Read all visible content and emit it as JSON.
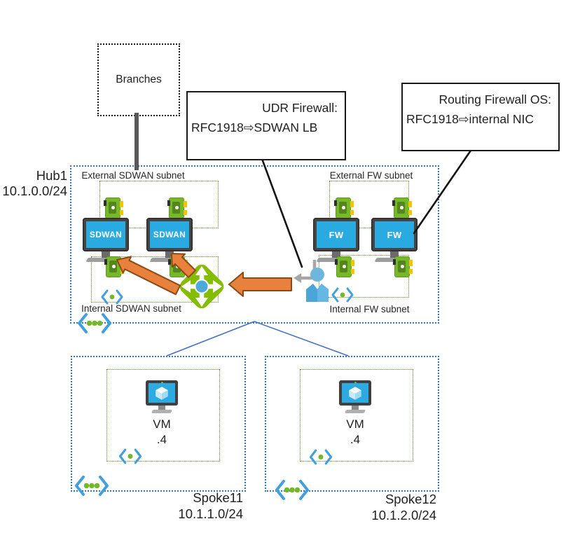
{
  "branches": {
    "label": "Branches"
  },
  "callouts": {
    "udr_firewall": {
      "line1": "UDR Firewall:",
      "line2": "RFC1918⇨SDWAN LB"
    },
    "routing_firewall_os": {
      "line1": "Routing Firewall OS:",
      "line2": "RFC1918⇨internal NIC"
    }
  },
  "hub": {
    "name": "Hub1",
    "cidr": "10.1.0.0/24",
    "subnets": {
      "external_sdwan": {
        "label": "External SDWAN subnet"
      },
      "external_fw": {
        "label": "External FW subnet"
      },
      "internal_sdwan": {
        "label": "Internal SDWAN subnet"
      },
      "internal_fw": {
        "label": "Internal FW subnet"
      }
    },
    "appliances": [
      {
        "label": "SDWAN"
      },
      {
        "label": "SDWAN"
      },
      {
        "label": "FW"
      },
      {
        "label": "FW"
      }
    ]
  },
  "spokes": [
    {
      "name": "Spoke11",
      "cidr": "10.1.1.0/24",
      "vm": {
        "label": "VM",
        "ip": ".4"
      }
    },
    {
      "name": "Spoke12",
      "cidr": "10.1.2.0/24",
      "vm": {
        "label": "VM",
        "ip": ".4"
      }
    }
  ],
  "icons": {
    "load_balancer": "load-balancer-icon",
    "user": "user-icon",
    "return_arrow": "return-arrow-icon",
    "vnet_glyph": "vnet-icon",
    "subnet_glyph": "subnet-icon",
    "nic": "nic-icon",
    "vm": "vm-icon"
  },
  "colors": {
    "vnet_border": "#2E75B6",
    "subnet_border": "#5E8F2C",
    "appliance_screen": "#29ABE2",
    "nic_green": "#76B82A",
    "lb_green": "#84BD00",
    "arrow_orange": "#E8813B",
    "glyph_blue": "#41A0DC",
    "glyph_green": "#76B72A",
    "connector_gray": "#595959",
    "connector_blue": "#4472C4",
    "text": "#1F1F1F"
  }
}
